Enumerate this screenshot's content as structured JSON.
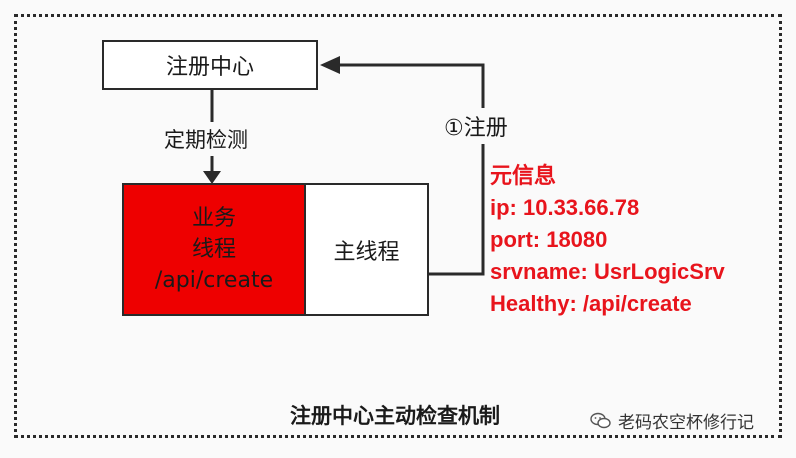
{
  "diagram": {
    "registry_label": "注册中心",
    "check_label": "定期检测",
    "worker_thread": {
      "line1": "业务",
      "line2": "线程",
      "line3": "/api/create"
    },
    "main_thread_label": "主线程",
    "register_label": "①注册",
    "metadata": {
      "title": "元信息",
      "ip": "ip: 10.33.66.78",
      "port": "port: 18080",
      "srvname": "srvname: UsrLogicSrv",
      "healthy": "Healthy: /api/create"
    },
    "caption": "注册中心主动检查机制",
    "watermark": "老码农空杯修行记",
    "colors": {
      "worker_fill": "#ee0000",
      "metadata_text": "#e8141c"
    }
  }
}
